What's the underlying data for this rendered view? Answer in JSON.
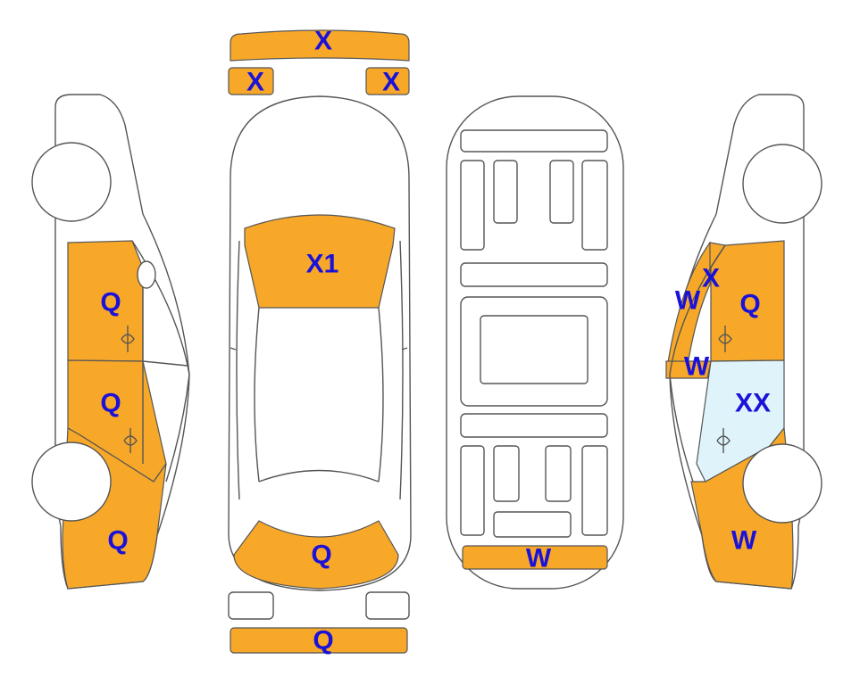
{
  "colors": {
    "damaged": "#f8a829",
    "replaced": "#dff3fb",
    "label": "#1a12d8",
    "outline": "#555555"
  },
  "labels": {
    "front_bumper": "X",
    "front_corner_left": "X",
    "front_corner_right": "X",
    "windshield": "X1",
    "rear_window": "Q",
    "rear_bumper": "Q",
    "underbody_rear": "W",
    "left_front_door": "Q",
    "left_rear_door": "Q",
    "left_rear_quarter": "Q",
    "right_pillar": "X",
    "right_a_pillar": "W",
    "right_front_door": "Q",
    "right_sill": "W",
    "right_rear_door": "XX",
    "right_rear_quarter": "W"
  }
}
